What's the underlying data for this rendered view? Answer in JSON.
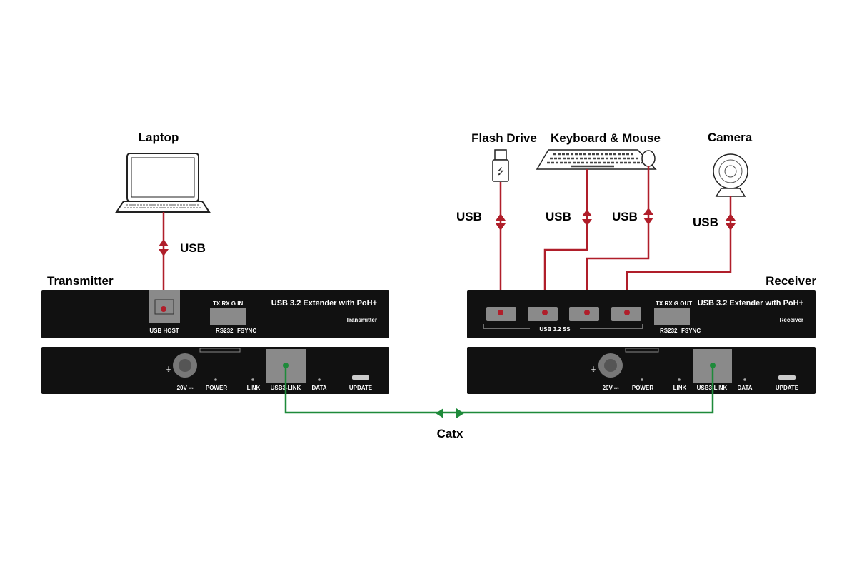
{
  "colors": {
    "usb_cable": "#b01e2a",
    "catx_cable": "#1e8a3a",
    "device_body": "#111111",
    "port": "#8a8a8a"
  },
  "labels": {
    "laptop": "Laptop",
    "flash_drive": "Flash Drive",
    "keyboard_mouse": "Keyboard & Mouse",
    "camera": "Camera",
    "transmitter": "Transmitter",
    "receiver": "Receiver",
    "usb": "USB",
    "catx": "Catx"
  },
  "transmitter_front": {
    "usb_host": "USB HOST",
    "pins": "TX RX  G  IN",
    "rs232": "RS232",
    "fsync": "FSYNC",
    "product": "USB 3.2 Extender with PoH+",
    "role": "Transmitter"
  },
  "receiver_front": {
    "usb_ports": "USB 3.2 SS",
    "pins": "TX RX  G  OUT",
    "rs232": "RS232",
    "fsync": "FSYNC",
    "product": "USB 3.2 Extender with PoH+",
    "role": "Receiver"
  },
  "rear": {
    "power": "20V ⎓",
    "power_led": "POWER",
    "link_led": "LINK",
    "usb3_link": "USB3-LINK",
    "data_led": "DATA",
    "update": "UPDATE"
  }
}
